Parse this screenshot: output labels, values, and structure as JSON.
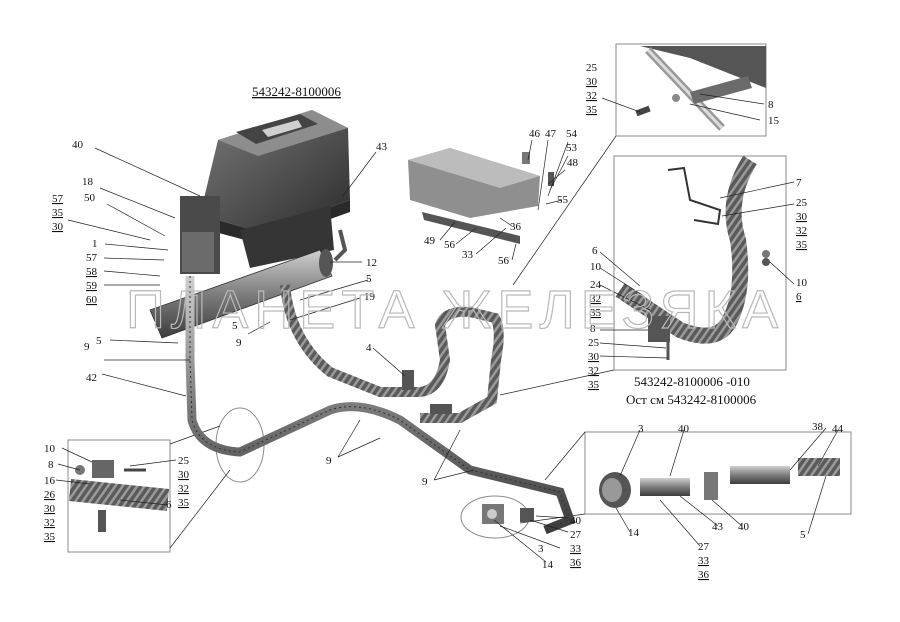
{
  "title_main": "543242-8100006",
  "title_variant": "543242-8100006 -010",
  "title_variant_note": "Ост см 543242-8100006",
  "watermark": "ПЛАНЕТА ЖЕЛЕЗЯКА",
  "colors": {
    "part_dark": "#3a3a3a",
    "part_mid": "#6e6e6e",
    "part_light": "#bdbdbd",
    "frame": "#8a8a8a"
  },
  "callouts": {
    "c40a": "40",
    "c43a": "43",
    "c18": "18",
    "c50": "50",
    "g57a": "57",
    "g35a": "35",
    "g30a": "30",
    "c1": "1",
    "c57b": "57",
    "c58": "58",
    "c59": "59",
    "c60": "60",
    "c12": "12",
    "c5a": "5",
    "c19": "19",
    "c9a": "9",
    "c5b": "5",
    "c9b": "9",
    "c42": "42",
    "c4": "4",
    "c9c": "9",
    "c9d": "9",
    "c46": "46",
    "c47": "47",
    "c54": "54",
    "c53": "53",
    "c48": "48",
    "c55": "55",
    "c36": "36",
    "c49": "49",
    "c56a": "56",
    "c33": "33",
    "c56b": "56",
    "g25a": "25",
    "g30b": "30",
    "g32a": "32",
    "g35b": "35",
    "c8a": "8",
    "c15": "15",
    "c7": "7",
    "g25b": "25",
    "g30c": "30",
    "g32b": "32",
    "g35c": "35",
    "c10a": "10",
    "c6a": "6",
    "c6b": "6",
    "c10b": "10",
    "g24": "24",
    "g32c": "32",
    "g35d": "35",
    "c8b": "8",
    "c25c": "25",
    "c30d": "30",
    "c32d": "32",
    "c35e": "35",
    "c10c": "10",
    "c8c": "8",
    "c16": "16",
    "c26": "26",
    "c30e": "30",
    "c32e": "32",
    "c35f": "35",
    "c25d": "25",
    "c30f": "30",
    "c32f": "32",
    "c35g": "35",
    "c6c": "6",
    "c3a": "3",
    "c40b": "40",
    "c38": "38",
    "c44": "44",
    "c14a": "14",
    "c27a": "27",
    "c33b": "33",
    "c36b": "36",
    "c43b": "43",
    "c40c": "40",
    "c5c": "5",
    "c40d": "40",
    "c27b": "27",
    "c33c": "33",
    "c36c": "36",
    "c3b": "3",
    "c14b": "14"
  }
}
